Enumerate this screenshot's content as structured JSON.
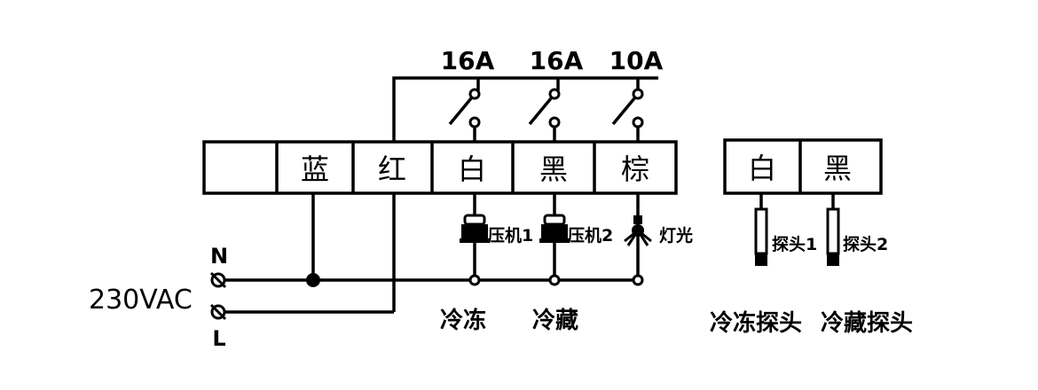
{
  "ratings": {
    "r1": "16A",
    "r2": "16A",
    "r3": "10A"
  },
  "terminals": {
    "t2": "蓝",
    "t3": "红",
    "t4": "白",
    "t5": "黑",
    "t6": "棕"
  },
  "probe_terminals": {
    "p1": "白",
    "p2": "黑"
  },
  "supply": {
    "voltage": "230VAC",
    "neutral": "N",
    "line": "L"
  },
  "loads": {
    "comp1": "压机1",
    "comp2": "压机2",
    "light": "灯光"
  },
  "probes": {
    "probe1": "探头1",
    "probe2": "探头2"
  },
  "captions": {
    "freeze": "冷冻",
    "chill": "冷藏",
    "freeze_probe": "冷冻探头",
    "chill_probe": "冷藏探头"
  }
}
